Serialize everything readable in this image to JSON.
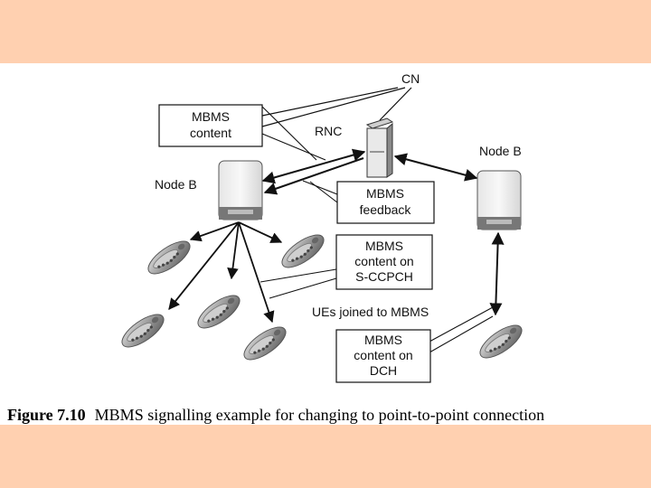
{
  "labels": {
    "cn": "CN",
    "rnc": "RNC",
    "node_b_left": "Node B",
    "node_b_right": "Node B",
    "ues_joined": "UEs joined to MBMS"
  },
  "boxes": {
    "mbms_content": [
      "MBMS",
      "content"
    ],
    "mbms_feedback": [
      "MBMS",
      "feedback"
    ],
    "content_sccpch": [
      "MBMS",
      "content on",
      "S-CCPCH"
    ],
    "content_dch": [
      "MBMS",
      "content on",
      "DCH"
    ]
  },
  "caption": {
    "number": "Figure 7.10",
    "text": "MBMS signalling example for changing to point-to-point connection"
  },
  "colors": {
    "background": "#ffd0b0",
    "panel": "#ffffff",
    "line": "#111111"
  }
}
